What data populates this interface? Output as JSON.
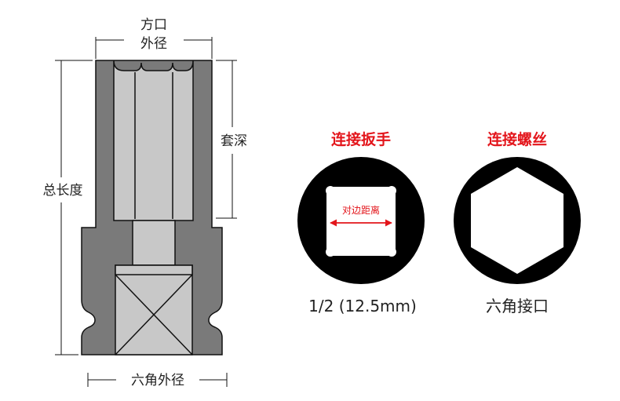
{
  "socket_diagram": {
    "labels": {
      "square_drive_od": [
        "方口",
        "外径"
      ],
      "socket_depth": "套深",
      "total_length": "总长度",
      "hex_od": "六角外径"
    }
  },
  "wrench_side": {
    "title": "连接扳手",
    "across_flats_label": "对边距离",
    "caption": "1/2 (12.5mm)"
  },
  "screw_side": {
    "title": "连接螺丝",
    "caption": "六角接口"
  },
  "colors": {
    "accent_red": "#e3151b",
    "body_fill": "#7a7a7a",
    "inner_fill": "#c8c8c8",
    "outline": "#111111"
  }
}
